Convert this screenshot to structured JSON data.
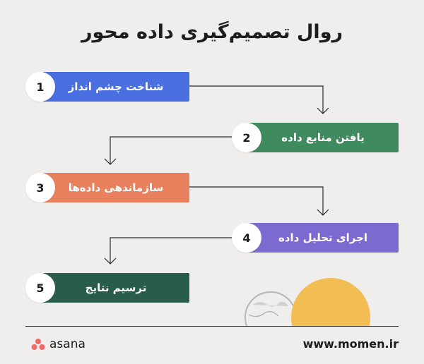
{
  "title": "روال تصمیم‌گیری داده محور",
  "steps": [
    {
      "number": "1",
      "label": "شناخت چشم انداز",
      "color": "#4a6fe0"
    },
    {
      "number": "2",
      "label": "یافتن منابع داده",
      "color": "#3f8a5f"
    },
    {
      "number": "3",
      "label": "سازماندهی داده‌ها",
      "color": "#e9805e"
    },
    {
      "number": "4",
      "label": "اجرای تحلیل داده",
      "color": "#7d6ad0"
    },
    {
      "number": "5",
      "label": "ترسیم نتایج",
      "color": "#2a5c4c"
    }
  ],
  "footer": {
    "brand": "asana",
    "brand_color": "#f06a6a",
    "website": "www.momen.ir"
  },
  "decor_colors": {
    "sun": "#f2bd52",
    "globe": "#b5b5b3"
  }
}
